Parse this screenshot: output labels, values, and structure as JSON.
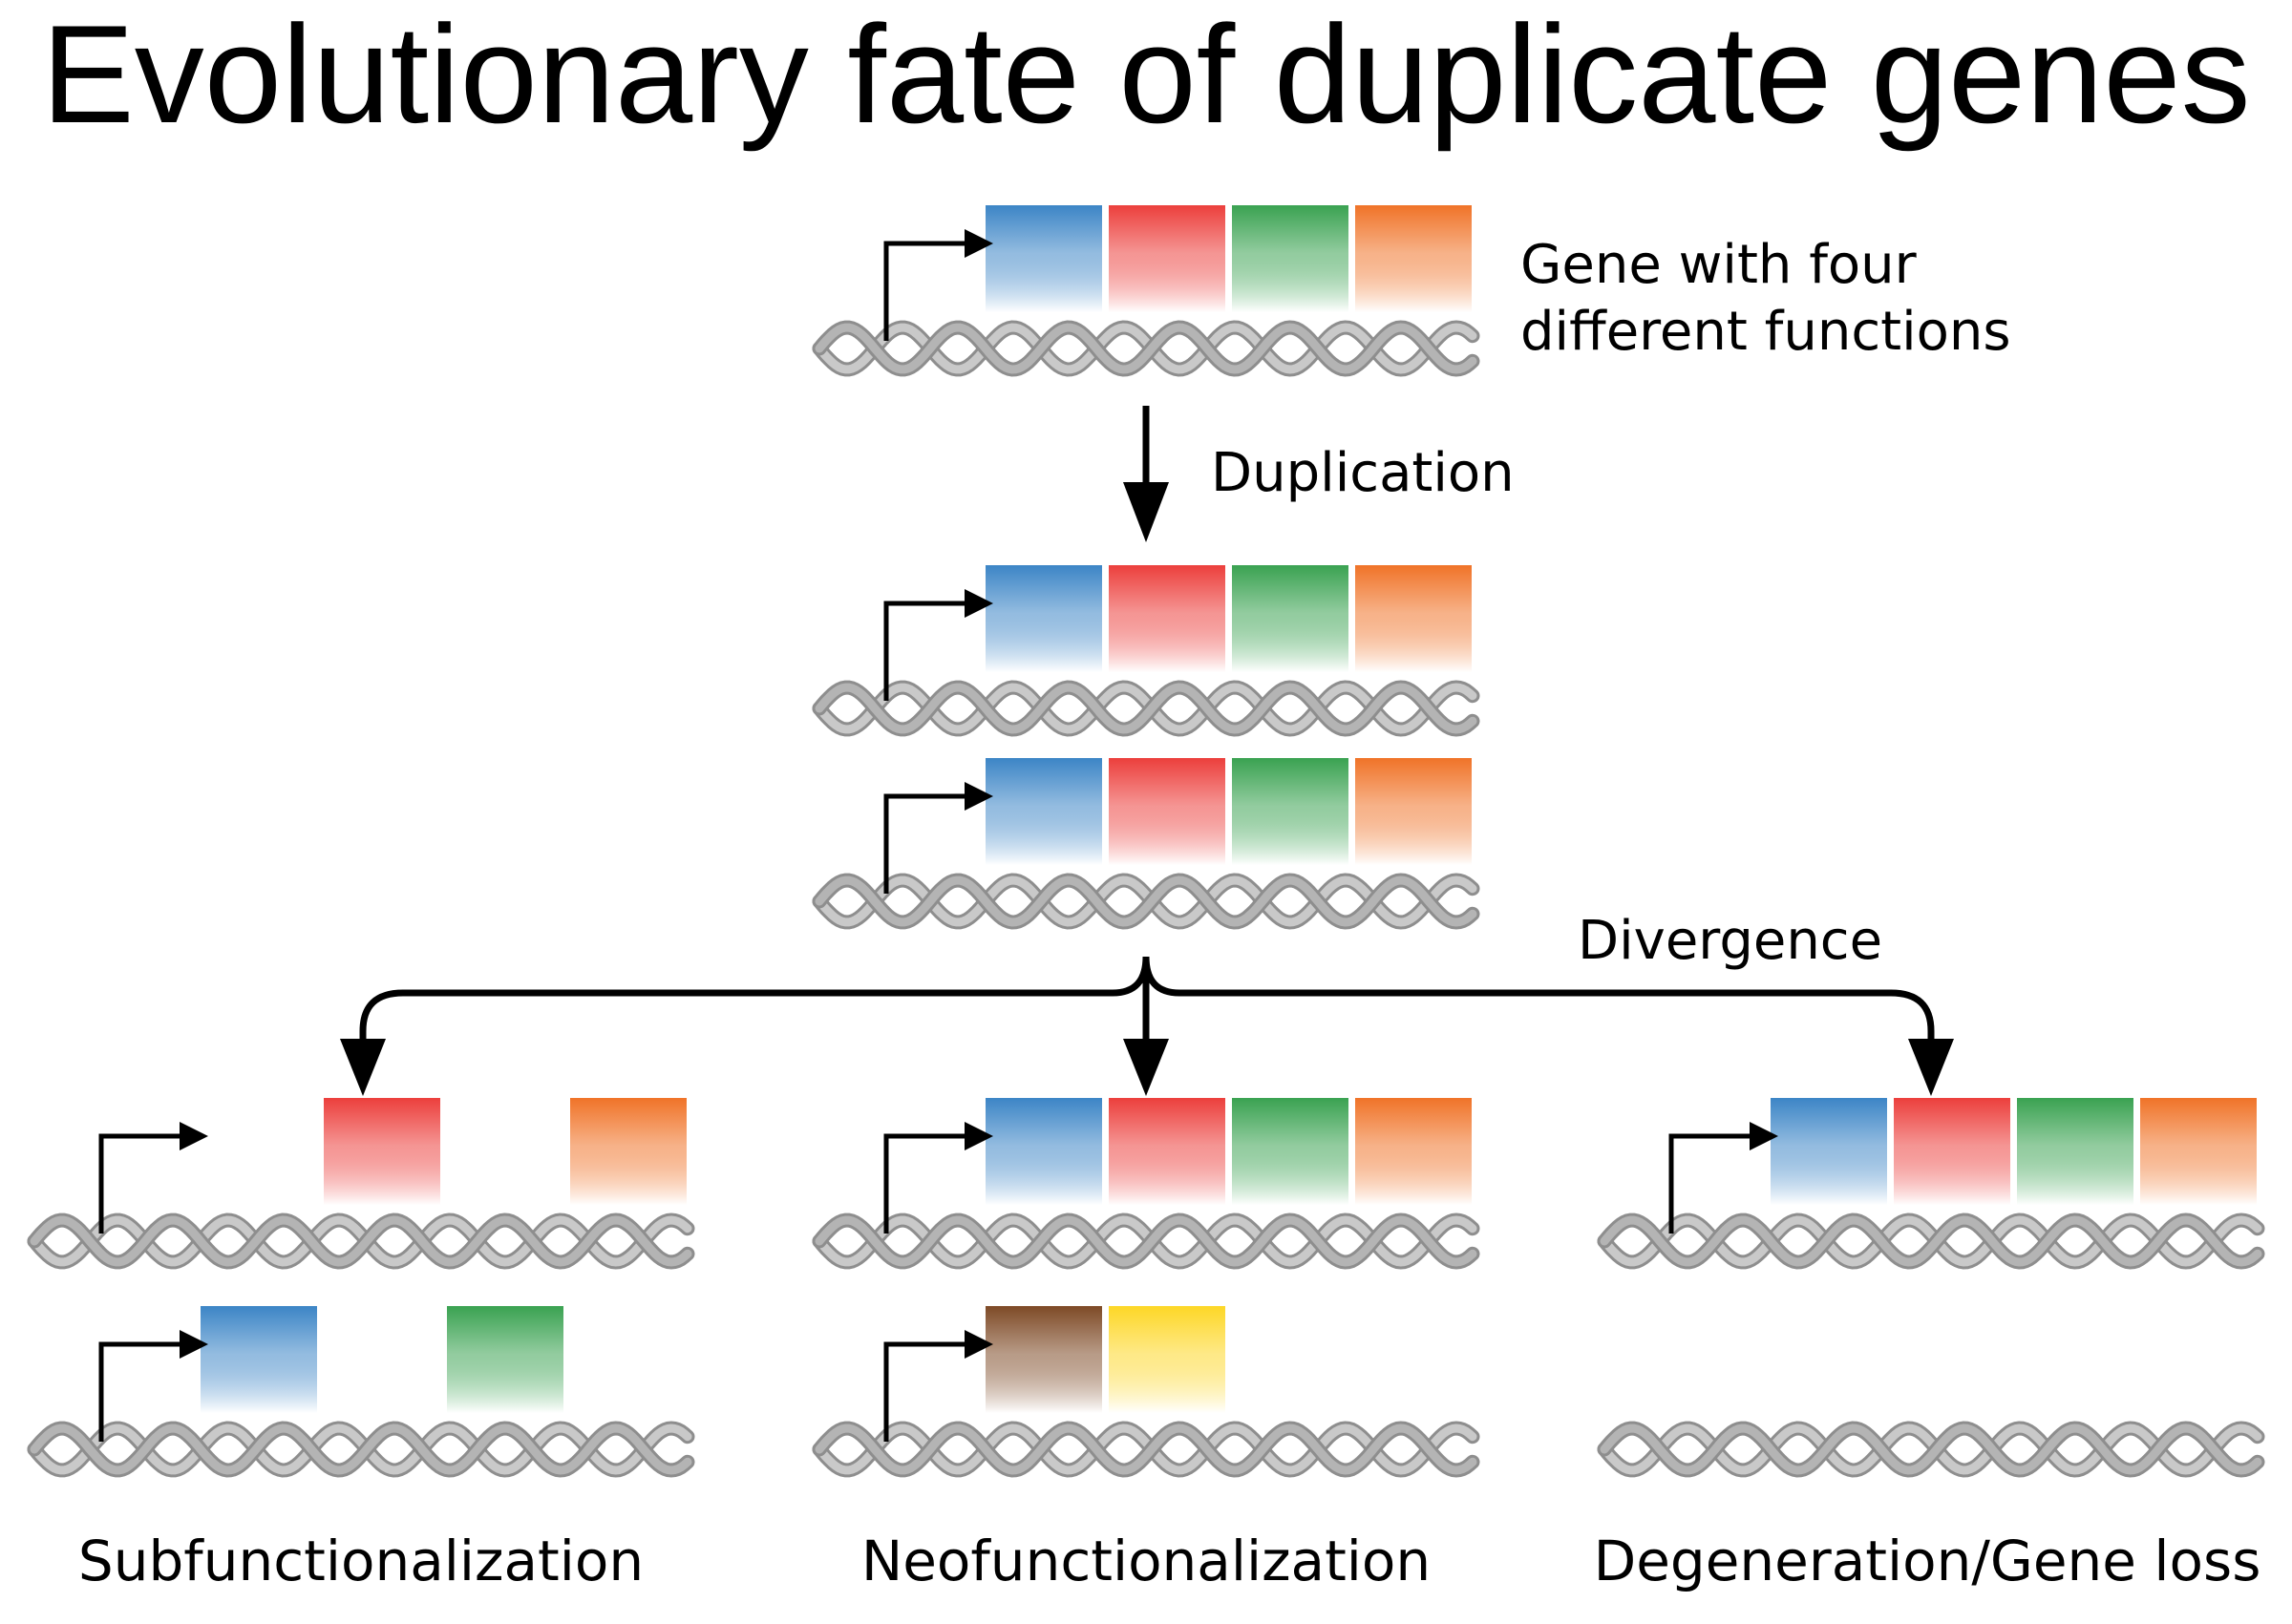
{
  "title": "Evolutionary fate of duplicate genes",
  "labels": {
    "original_gene_line1": "Gene with four",
    "original_gene_line2": "different functions",
    "duplication": "Duplication",
    "divergence": "Divergence",
    "subfunctionalization": "Subfunctionalization",
    "neofunctionalization": "Neofunctionalization",
    "degeneration": "Degeneration/Gene loss"
  },
  "colors": {
    "blue": "#3c85c6",
    "red": "#ec3f3c",
    "green": "#3aa251",
    "orange": "#f07328",
    "brown": "#7e4a26",
    "yellow": "#fdd726",
    "dna": "#b4b4b4",
    "arrow": "#000000"
  },
  "genes": [
    {
      "id": "original",
      "domains": [
        "blue",
        "red",
        "green",
        "orange"
      ],
      "promoter": true
    },
    {
      "id": "duplicate-copy-1",
      "domains": [
        "blue",
        "red",
        "green",
        "orange"
      ],
      "promoter": true
    },
    {
      "id": "duplicate-copy-2",
      "domains": [
        "blue",
        "red",
        "green",
        "orange"
      ],
      "promoter": true
    },
    {
      "id": "subfunctionalization-copy-1",
      "domains": [
        null,
        "red",
        null,
        "orange"
      ],
      "promoter": true
    },
    {
      "id": "subfunctionalization-copy-2",
      "domains": [
        "blue",
        null,
        "green",
        null
      ],
      "promoter": true
    },
    {
      "id": "neofunctionalization-copy-1",
      "domains": [
        "blue",
        "red",
        "green",
        "orange"
      ],
      "promoter": true
    },
    {
      "id": "neofunctionalization-copy-2",
      "domains": [
        "brown",
        "yellow"
      ],
      "promoter": true
    },
    {
      "id": "degeneration-copy-1",
      "domains": [
        "blue",
        "red",
        "green",
        "orange"
      ],
      "promoter": true
    },
    {
      "id": "degeneration-copy-2",
      "domains": [],
      "promoter": false
    }
  ]
}
